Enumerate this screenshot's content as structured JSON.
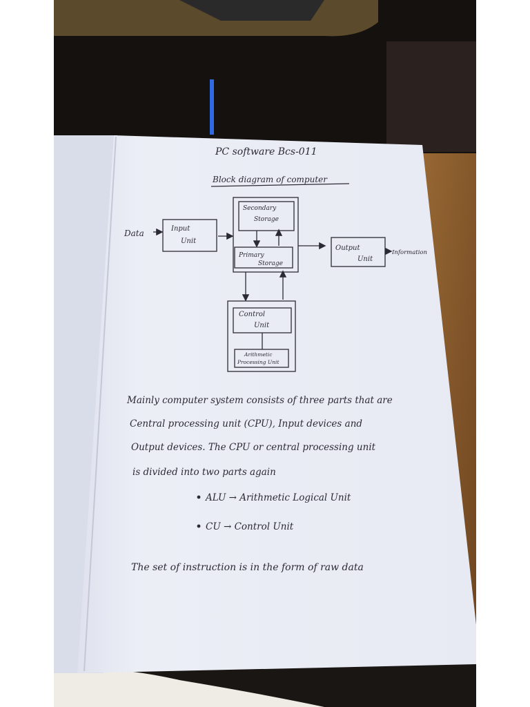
{
  "page": {
    "header": "PC software Bcs-011",
    "heading": "Block diagram of computer"
  },
  "diagram": {
    "input_label": "Data",
    "input_unit": [
      "Input",
      "Unit"
    ],
    "secondary_storage": [
      "Secondary",
      "Storage"
    ],
    "primary_storage": [
      "Primary",
      "Storage"
    ],
    "output_unit": [
      "Output",
      "Unit"
    ],
    "output_label": "Information",
    "control_unit": [
      "Control",
      "Unit"
    ],
    "alu": [
      "Arithmetic",
      "Processing Unit"
    ]
  },
  "notes": {
    "lines": [
      "Mainly computer system consists of three parts that are",
      "Central processing unit (CPU), Input devices and",
      "Output devices. The CPU or central processing unit",
      "is divided into two parts again"
    ],
    "bullets": [
      "ALU → Arithmetic Logical Unit",
      "CU → Control Unit"
    ],
    "footer": "The set of instruction is in the form of raw data"
  },
  "colors": {
    "ink": "#2a2a33",
    "paper": "#eceef6",
    "desk": "#8a5a2b"
  }
}
